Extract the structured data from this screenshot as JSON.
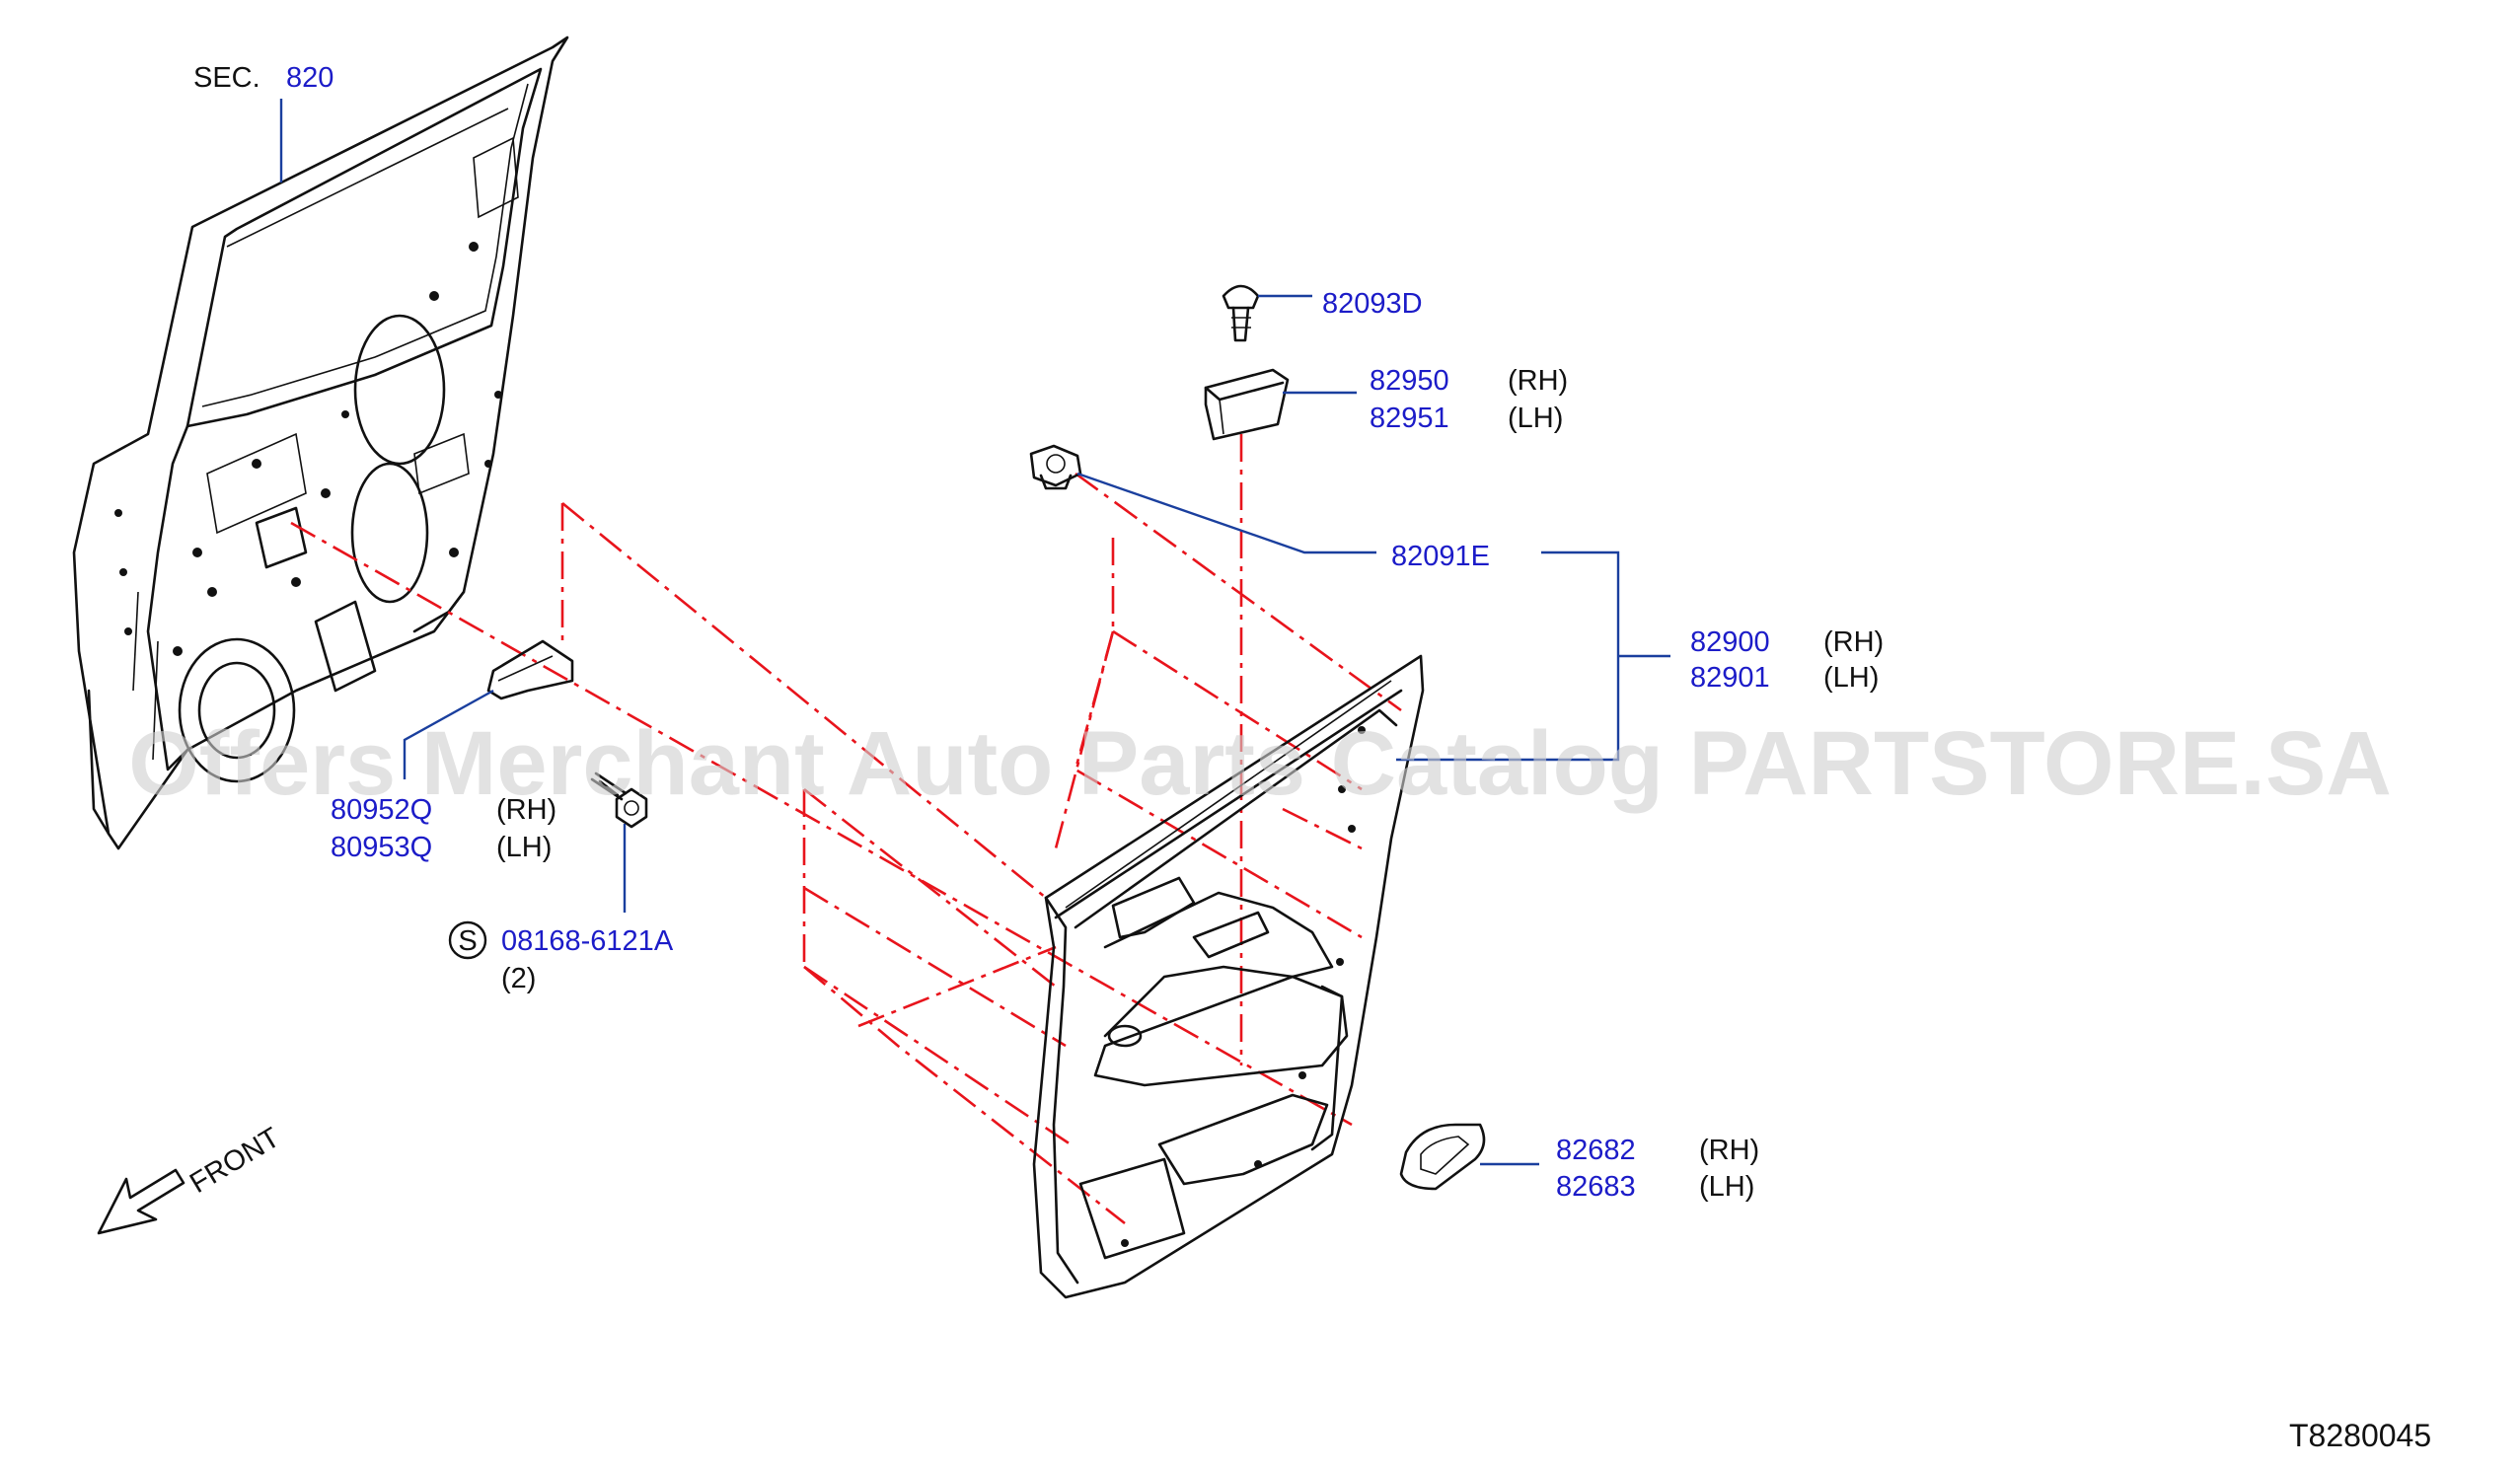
{
  "sec_ref": {
    "prefix": "SEC.",
    "number": "820"
  },
  "parts": [
    {
      "id": "p82093D",
      "number": "82093D"
    },
    {
      "id": "p82950",
      "number": "82950",
      "qualifier": "(RH)"
    },
    {
      "id": "p82951",
      "number": "82951",
      "qualifier": "(LH)"
    },
    {
      "id": "p82091E",
      "number": "82091E"
    },
    {
      "id": "p82900",
      "number": "82900",
      "qualifier": "(RH)"
    },
    {
      "id": "p82901",
      "number": "82901",
      "qualifier": "(LH)"
    },
    {
      "id": "p80952Q",
      "number": "80952Q",
      "qualifier": "(RH)"
    },
    {
      "id": "p80953Q",
      "number": "80953Q",
      "qualifier": "(LH)"
    },
    {
      "id": "p08168",
      "number": "08168-6121A",
      "symbol": "S",
      "quantity": "(2)"
    },
    {
      "id": "p82682",
      "number": "82682",
      "qualifier": "(RH)"
    },
    {
      "id": "p82683",
      "number": "82683",
      "qualifier": "(LH)"
    }
  ],
  "front_label": "FRONT",
  "watermark": "Offers Merchant Auto Parts Catalog PARTSTORE.SA",
  "diagram_code": "T8280045",
  "colors": {
    "label": "#1c1cc8",
    "leader": "#1a3f9e",
    "dashed": "#e8141c",
    "ink": "#111111"
  }
}
